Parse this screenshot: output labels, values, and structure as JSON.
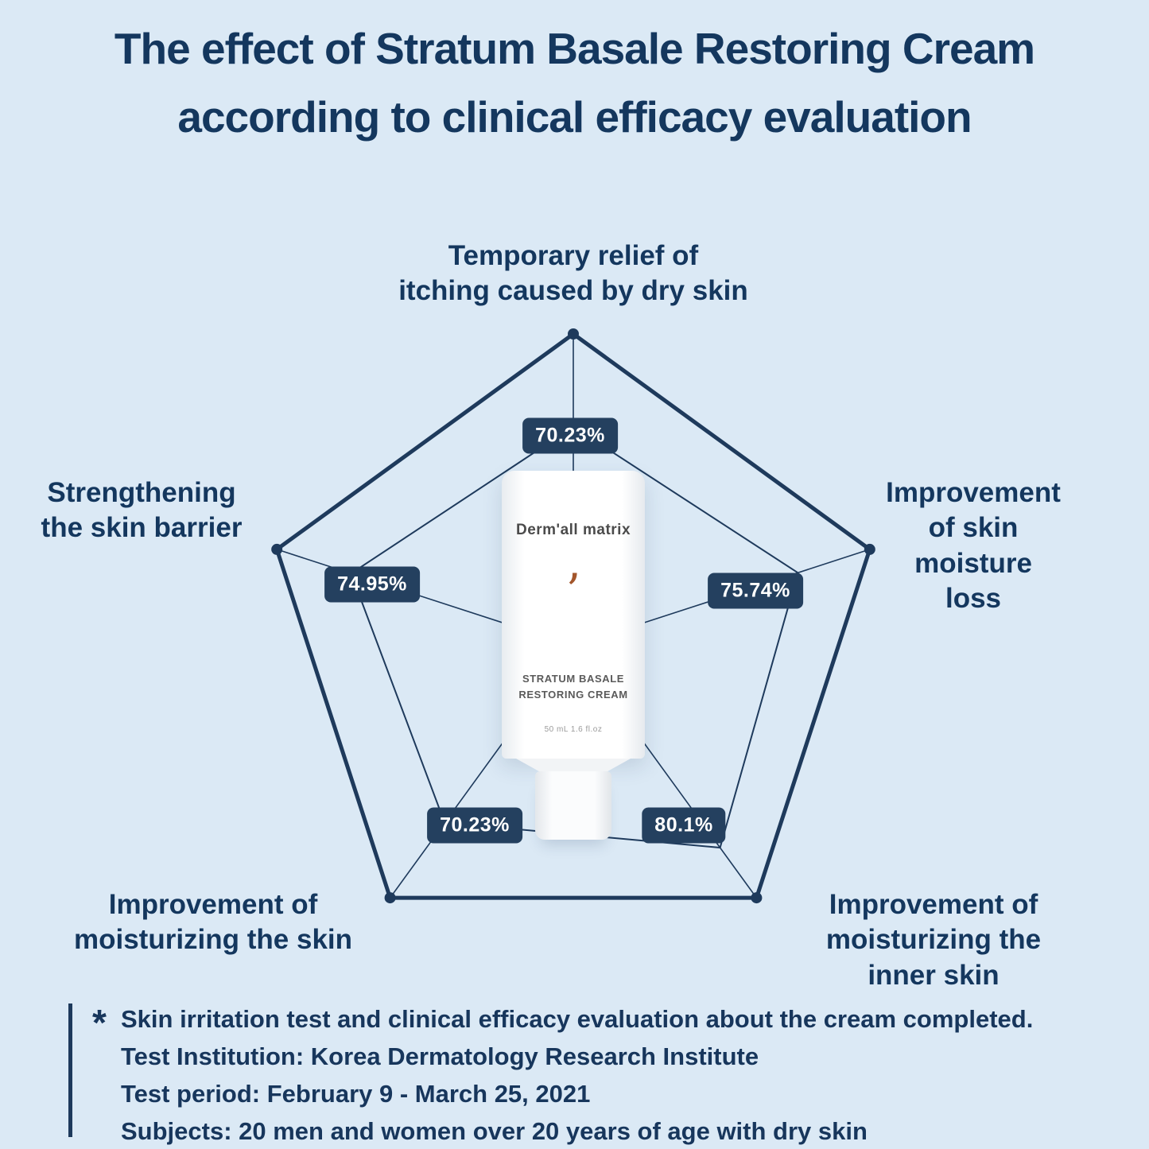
{
  "title": {
    "line1": "The effect of Stratum Basale Restoring Cream",
    "line2": "according to clinical efficacy evaluation"
  },
  "chart_data": {
    "type": "radar",
    "categories": [
      "Temporary relief of\nitching caused by dry skin",
      "Improvement of skin\nmoisture loss",
      "Improvement of\nmoisturizing the inner skin",
      "Improvement of\nmoisturizing the skin",
      "Strengthening\nthe skin barrier"
    ],
    "values": [
      70.23,
      75.74,
      80.1,
      70.23,
      74.95
    ],
    "value_labels": [
      "70.23%",
      "75.74%",
      "80.1%",
      "70.23%",
      "74.95%"
    ],
    "max": 100,
    "axis_count": 5,
    "legend": "none",
    "colors": {
      "outline": "#1e3a5c",
      "badge_background": "#24405f",
      "badge_text": "#ffffff",
      "background": "#dbe9f5",
      "label_text": "#14375e"
    }
  },
  "product": {
    "brand": "Derm'all matrix",
    "mark": "’",
    "name": "STRATUM BASALE\nRESTORING CREAM",
    "volume": "50 mL 1.6 fl.oz"
  },
  "footnote": {
    "marker": "*",
    "line1": "Skin irritation test and clinical efficacy evaluation about the cream completed.",
    "line2": "Test Institution: Korea Dermatology Research Institute",
    "line3": "Test period: February 9 - March 25, 2021",
    "line4": "Subjects: 20 men and women over 20 years of age with dry skin"
  }
}
